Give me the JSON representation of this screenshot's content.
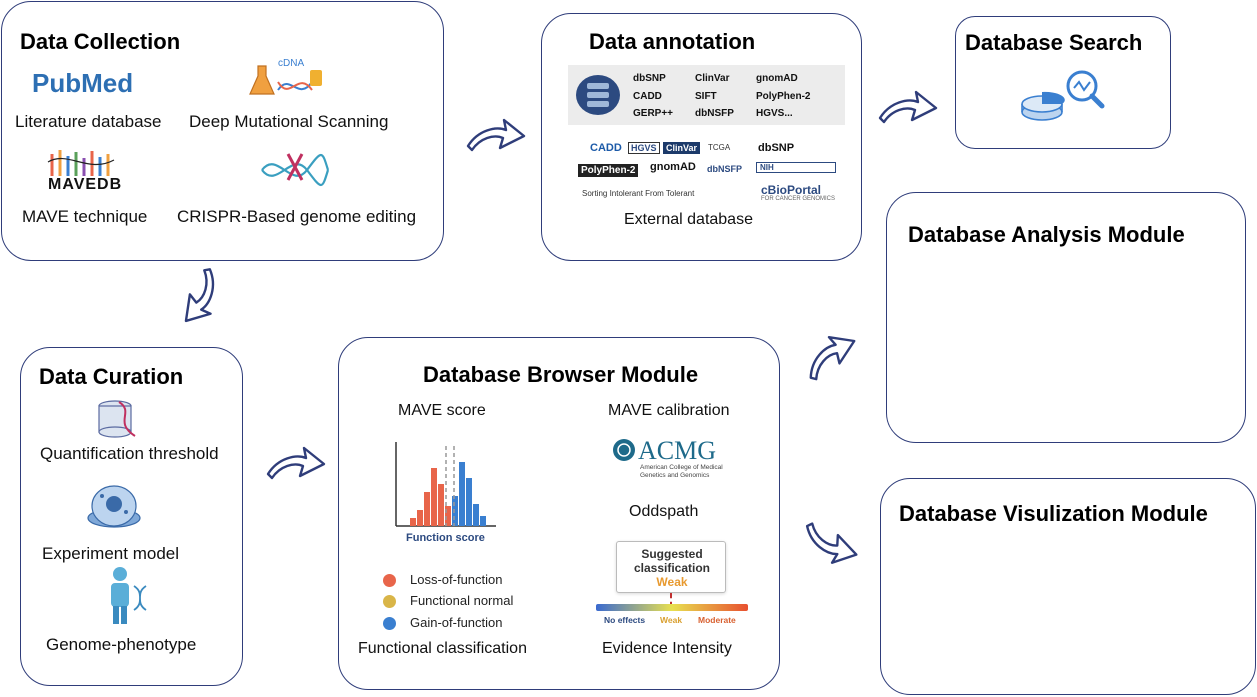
{
  "data_collection": {
    "title": "Data Collection",
    "pubmed_logo": "PubMed",
    "cdna_tag": "cDNA",
    "mavedb_logo": "MAVEDB",
    "items": [
      "Literature database",
      "Deep Mutational Scanning",
      "MAVE technique",
      "CRISPR-Based genome editing"
    ]
  },
  "data_annotation": {
    "title": "Data annotation",
    "db_list": [
      "dbSNP",
      "ClinVar",
      "gnomAD",
      "CADD",
      "SIFT",
      "PolyPhen-2",
      "GERP++",
      "dbNSFP",
      "HGVS..."
    ],
    "logos": [
      "CADD",
      "HGVS",
      "ClinVar",
      "TCGA",
      "dbSNP",
      "PolyPhen-2",
      "gnomAD",
      "dbNSFP",
      "NIH",
      "Sorting Intolerant From Tolerant",
      "cBioPortal",
      "FOR CANCER GENOMICS"
    ],
    "footer": "External database"
  },
  "database_search": {
    "title": "Database Search"
  },
  "database_analysis": {
    "title": "Database Analysis Module"
  },
  "database_visualization": {
    "title": "Database Visulization Module"
  },
  "data_curation": {
    "title": "Data Curation",
    "items": [
      "Quantification threshold",
      "Experiment model",
      "Genome-phenotype"
    ]
  },
  "browser": {
    "title": "Database Browser Module",
    "mave_score": "MAVE score",
    "function_score": "Function score",
    "legend": [
      {
        "label": "Loss-of-function",
        "color": "#e8654a"
      },
      {
        "label": "Functional normal",
        "color": "#d9b548"
      },
      {
        "label": "Gain-of-function",
        "color": "#3a7fd0"
      }
    ],
    "functional_classification": "Functional classification",
    "mave_calibration": "MAVE calibration",
    "acmg": "ACMG",
    "acmg_sub1": "American College of Medical",
    "acmg_sub2": "Genetics and Genomics",
    "oddspath": "Oddspath",
    "suggested1": "Suggested",
    "suggested2": "classification",
    "weak": "Weak",
    "scale": [
      "No effects",
      "Weak",
      "Moderate"
    ],
    "evidence_intensity": "Evidence Intensity"
  },
  "colors": {
    "border": "#2f3d7a",
    "arrow": "#2f3d7a",
    "accent_blue": "#3a7fd0",
    "accent_red": "#e8654a"
  }
}
